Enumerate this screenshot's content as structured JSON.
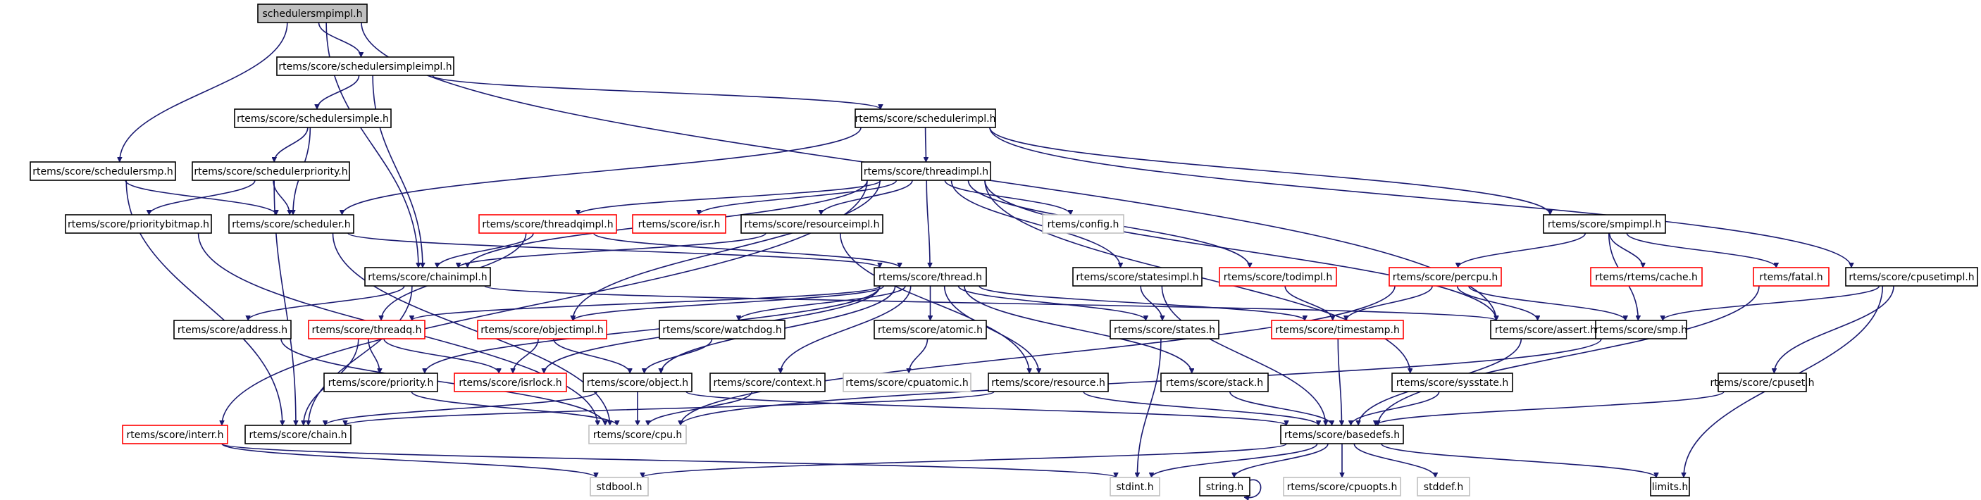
{
  "title": "schedulersmpimpl.h include dependency graph",
  "colors": {
    "edge": "#191970",
    "root_fill": "#bfbfbf",
    "normal_border": "#000000",
    "missing_border": "#ff0000",
    "external_border": "#bfbfbf"
  },
  "nodes": [
    {
      "id": "schedulersmpimpl",
      "label": "schedulersmpimpl.h",
      "kind": "root"
    },
    {
      "id": "schedulersimpleimpl",
      "label": "rtems/score/schedulersimpleimpl.h",
      "kind": "normal"
    },
    {
      "id": "schedulersimple",
      "label": "rtems/score/schedulersimple.h",
      "kind": "normal"
    },
    {
      "id": "schedulerimpl",
      "label": "rtems/score/schedulerimpl.h",
      "kind": "normal"
    },
    {
      "id": "schedulersmp",
      "label": "rtems/score/schedulersmp.h",
      "kind": "normal"
    },
    {
      "id": "schedulerpriority",
      "label": "rtems/score/schedulerpriority.h",
      "kind": "normal"
    },
    {
      "id": "threadimpl",
      "label": "rtems/score/threadimpl.h",
      "kind": "normal"
    },
    {
      "id": "prioritybitmap",
      "label": "rtems/score/prioritybitmap.h",
      "kind": "normal"
    },
    {
      "id": "scheduler",
      "label": "rtems/score/scheduler.h",
      "kind": "normal"
    },
    {
      "id": "threadqimpl",
      "label": "rtems/score/threadqimpl.h",
      "kind": "missing"
    },
    {
      "id": "isr",
      "label": "rtems/score/isr.h",
      "kind": "missing"
    },
    {
      "id": "resourceimpl",
      "label": "rtems/score/resourceimpl.h",
      "kind": "normal"
    },
    {
      "id": "config",
      "label": "rtems/config.h",
      "kind": "external"
    },
    {
      "id": "smpimpl",
      "label": "rtems/score/smpimpl.h",
      "kind": "normal"
    },
    {
      "id": "chainimpl",
      "label": "rtems/score/chainimpl.h",
      "kind": "normal"
    },
    {
      "id": "thread",
      "label": "rtems/score/thread.h",
      "kind": "normal"
    },
    {
      "id": "statesimpl",
      "label": "rtems/score/statesimpl.h",
      "kind": "normal"
    },
    {
      "id": "todimpl",
      "label": "rtems/score/todimpl.h",
      "kind": "missing"
    },
    {
      "id": "percpu",
      "label": "rtems/score/percpu.h",
      "kind": "missing"
    },
    {
      "id": "cache",
      "label": "rtems/rtems/cache.h",
      "kind": "missing"
    },
    {
      "id": "fatal",
      "label": "rtems/fatal.h",
      "kind": "missing"
    },
    {
      "id": "cpusetimpl",
      "label": "rtems/score/cpusetimpl.h",
      "kind": "normal"
    },
    {
      "id": "address",
      "label": "rtems/score/address.h",
      "kind": "normal"
    },
    {
      "id": "threadq",
      "label": "rtems/score/threadq.h",
      "kind": "missing"
    },
    {
      "id": "objectimpl",
      "label": "rtems/score/objectimpl.h",
      "kind": "missing"
    },
    {
      "id": "watchdog",
      "label": "rtems/score/watchdog.h",
      "kind": "normal"
    },
    {
      "id": "atomic",
      "label": "rtems/score/atomic.h",
      "kind": "normal"
    },
    {
      "id": "states",
      "label": "rtems/score/states.h",
      "kind": "normal"
    },
    {
      "id": "timestamp",
      "label": "rtems/score/timestamp.h",
      "kind": "missing"
    },
    {
      "id": "assert",
      "label": "rtems/score/assert.h",
      "kind": "normal"
    },
    {
      "id": "smp",
      "label": "rtems/score/smp.h",
      "kind": "normal"
    },
    {
      "id": "priority",
      "label": "rtems/score/priority.h",
      "kind": "normal"
    },
    {
      "id": "isrlock",
      "label": "rtems/score/isrlock.h",
      "kind": "missing"
    },
    {
      "id": "object",
      "label": "rtems/score/object.h",
      "kind": "normal"
    },
    {
      "id": "context",
      "label": "rtems/score/context.h",
      "kind": "normal"
    },
    {
      "id": "cpuatomic",
      "label": "rtems/score/cpuatomic.h",
      "kind": "external"
    },
    {
      "id": "resource",
      "label": "rtems/score/resource.h",
      "kind": "normal"
    },
    {
      "id": "stack",
      "label": "rtems/score/stack.h",
      "kind": "normal"
    },
    {
      "id": "sysstate",
      "label": "rtems/score/sysstate.h",
      "kind": "normal"
    },
    {
      "id": "cpuset",
      "label": "rtems/score/cpuset.h",
      "kind": "normal"
    },
    {
      "id": "interr",
      "label": "rtems/score/interr.h",
      "kind": "missing"
    },
    {
      "id": "chain",
      "label": "rtems/score/chain.h",
      "kind": "normal"
    },
    {
      "id": "cpu",
      "label": "rtems/score/cpu.h",
      "kind": "external"
    },
    {
      "id": "basedefs",
      "label": "rtems/score/basedefs.h",
      "kind": "normal"
    },
    {
      "id": "stdbool",
      "label": "stdbool.h",
      "kind": "external"
    },
    {
      "id": "stdint",
      "label": "stdint.h",
      "kind": "external"
    },
    {
      "id": "string",
      "label": "string.h",
      "kind": "normal"
    },
    {
      "id": "cpuopts",
      "label": "rtems/score/cpuopts.h",
      "kind": "external"
    },
    {
      "id": "stddef",
      "label": "stddef.h",
      "kind": "external"
    },
    {
      "id": "limits",
      "label": "limits.h",
      "kind": "normal"
    }
  ],
  "edges": [
    [
      "schedulersmpimpl",
      "schedulersimpleimpl"
    ],
    [
      "schedulersmpimpl",
      "schedulersmp"
    ],
    [
      "schedulersmpimpl",
      "chainimpl"
    ],
    [
      "schedulersmpimpl",
      "assert"
    ],
    [
      "schedulersimpleimpl",
      "schedulersimple"
    ],
    [
      "schedulersimpleimpl",
      "chainimpl"
    ],
    [
      "schedulersimpleimpl",
      "schedulerimpl"
    ],
    [
      "schedulersimple",
      "schedulerpriority"
    ],
    [
      "schedulersimple",
      "scheduler"
    ],
    [
      "schedulersmp",
      "scheduler"
    ],
    [
      "schedulersmp",
      "chain"
    ],
    [
      "schedulerpriority",
      "prioritybitmap"
    ],
    [
      "schedulerpriority",
      "scheduler"
    ],
    [
      "schedulerpriority",
      "chain"
    ],
    [
      "prioritybitmap",
      "cpu"
    ],
    [
      "scheduler",
      "cpu"
    ],
    [
      "scheduler",
      "thread"
    ],
    [
      "schedulerimpl",
      "scheduler"
    ],
    [
      "schedulerimpl",
      "threadimpl"
    ],
    [
      "schedulerimpl",
      "smpimpl"
    ],
    [
      "schedulerimpl",
      "cpusetimpl"
    ],
    [
      "threadimpl",
      "chainimpl"
    ],
    [
      "threadimpl",
      "threadqimpl"
    ],
    [
      "threadimpl",
      "isr"
    ],
    [
      "threadimpl",
      "resourceimpl"
    ],
    [
      "threadimpl",
      "config"
    ],
    [
      "threadimpl",
      "thread"
    ],
    [
      "threadimpl",
      "statesimpl"
    ],
    [
      "threadimpl",
      "todimpl"
    ],
    [
      "threadimpl",
      "objectimpl"
    ],
    [
      "threadimpl",
      "assert"
    ],
    [
      "threadimpl",
      "sysstate"
    ],
    [
      "threadimpl",
      "interr"
    ],
    [
      "threadqimpl",
      "chainimpl"
    ],
    [
      "threadqimpl",
      "threadq"
    ],
    [
      "threadqimpl",
      "thread"
    ],
    [
      "resourceimpl",
      "chainimpl"
    ],
    [
      "resourceimpl",
      "resource"
    ],
    [
      "chainimpl",
      "address"
    ],
    [
      "chainimpl",
      "chain"
    ],
    [
      "chainimpl",
      "assert"
    ],
    [
      "thread",
      "threadq"
    ],
    [
      "thread",
      "objectimpl"
    ],
    [
      "thread",
      "watchdog"
    ],
    [
      "thread",
      "atomic"
    ],
    [
      "thread",
      "states"
    ],
    [
      "thread",
      "timestamp"
    ],
    [
      "thread",
      "priority"
    ],
    [
      "thread",
      "isrlock"
    ],
    [
      "thread",
      "object"
    ],
    [
      "thread",
      "context"
    ],
    [
      "thread",
      "resource"
    ],
    [
      "thread",
      "stack"
    ],
    [
      "statesimpl",
      "states"
    ],
    [
      "statesimpl",
      "basedefs"
    ],
    [
      "todimpl",
      "timestamp"
    ],
    [
      "smpimpl",
      "percpu"
    ],
    [
      "smpimpl",
      "cache"
    ],
    [
      "smpimpl",
      "fatal"
    ],
    [
      "smpimpl",
      "smp"
    ],
    [
      "percpu",
      "timestamp"
    ],
    [
      "percpu",
      "assert"
    ],
    [
      "percpu",
      "smp"
    ],
    [
      "percpu",
      "cpu"
    ],
    [
      "fatal",
      "basedefs"
    ],
    [
      "cpusetimpl",
      "smp"
    ],
    [
      "cpusetimpl",
      "cpuset"
    ],
    [
      "cpusetimpl",
      "limits"
    ],
    [
      "address",
      "cpu"
    ],
    [
      "threadq",
      "priority"
    ],
    [
      "threadq",
      "isrlock"
    ],
    [
      "threadq",
      "chain"
    ],
    [
      "objectimpl",
      "isrlock"
    ],
    [
      "objectimpl",
      "object"
    ],
    [
      "watchdog",
      "object"
    ],
    [
      "atomic",
      "cpuatomic"
    ],
    [
      "states",
      "stdint"
    ],
    [
      "timestamp",
      "basedefs"
    ],
    [
      "assert",
      "basedefs"
    ],
    [
      "smp",
      "cpu"
    ],
    [
      "priority",
      "cpu"
    ],
    [
      "object",
      "chain"
    ],
    [
      "object",
      "cpu"
    ],
    [
      "object",
      "basedefs"
    ],
    [
      "context",
      "cpu"
    ],
    [
      "resource",
      "chain"
    ],
    [
      "resource",
      "basedefs"
    ],
    [
      "stack",
      "basedefs"
    ],
    [
      "sysstate",
      "basedefs"
    ],
    [
      "cpuset",
      "basedefs"
    ],
    [
      "interr",
      "stdbool"
    ],
    [
      "interr",
      "stdint"
    ],
    [
      "basedefs",
      "stdbool"
    ],
    [
      "basedefs",
      "stdint"
    ],
    [
      "basedefs",
      "string"
    ],
    [
      "basedefs",
      "cpuopts"
    ],
    [
      "basedefs",
      "stddef"
    ],
    [
      "basedefs",
      "limits"
    ],
    [
      "string",
      "string"
    ]
  ]
}
